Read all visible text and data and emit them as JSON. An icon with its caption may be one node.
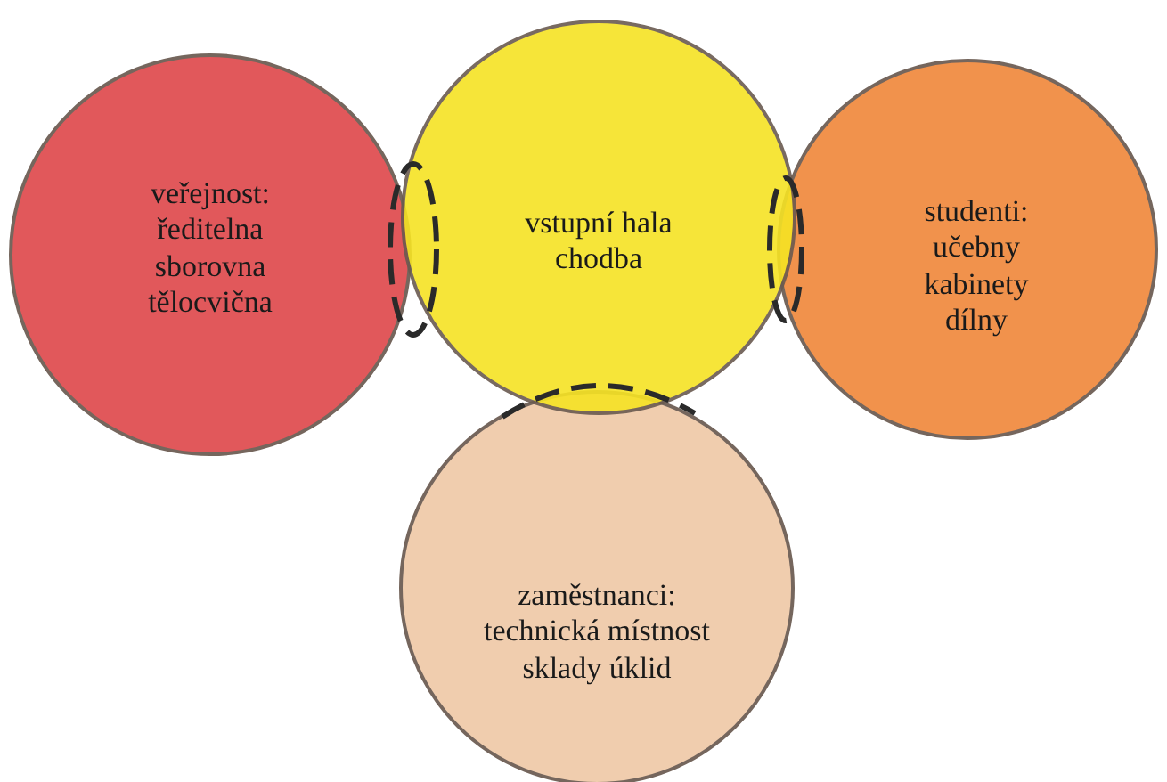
{
  "diagram": {
    "nodes": [
      {
        "text": [
          "veřejnost:",
          "ředitelna sborovna tělocvična"
        ]
      },
      {
        "text": [
          "vstupní hala chodba"
        ]
      },
      {
        "text": [
          "studenti:",
          "učebny kabinety dílny"
        ]
      },
      {
        "text": [
          "zaměstnanci:",
          "technická místnost sklady úklid"
        ]
      }
    ]
  }
}
